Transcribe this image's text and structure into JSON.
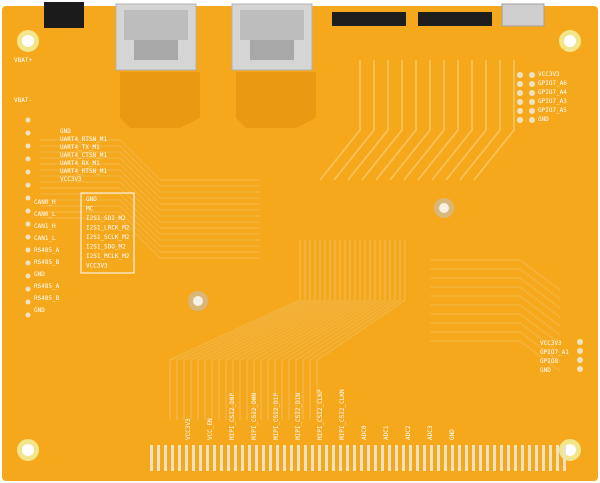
{
  "colors": {
    "board": "#f6a81c",
    "board_dark": "#e99a12",
    "trace": "#f3b23a",
    "trace_light": "#f8c357",
    "pad": "#efe2c3",
    "hole": "#ffffff",
    "silk": "#ffffff",
    "port": "#d9d9d9"
  },
  "power_labels": {
    "vbat_plus": "VBAT+",
    "vbat_minus": "VBAT-"
  },
  "uart_group": {
    "labels": [
      "GND",
      "UART4_RTSN_M1",
      "UART4_TX_M1",
      "UART4_CTSN_M1",
      "UART4_RX_M1",
      "UART4_RTSN_M1",
      "VCC3V3"
    ]
  },
  "i2s_box": {
    "labels": [
      "GND",
      "MC",
      "I2S1_SDI_M2",
      "I2S1_LRCK_M2",
      "I2S1_SCLK_M2",
      "I2S1_SDO_M2",
      "I2S1_MCLK_M2",
      "VCC3V3"
    ]
  },
  "left_pins": {
    "labels": [
      "CAN0_H",
      "CAN0_L",
      "CAN1_H",
      "CAN1_L",
      "RS485_A",
      "RS485_B",
      "GND",
      "RS485_A",
      "RS485_B",
      "GND"
    ]
  },
  "gpio_top": {
    "labels": [
      "VCC3V3",
      "GPIO7_A6",
      "GPIO7_A4",
      "GPIO7_A3",
      "GPIO7_A5",
      "GND"
    ]
  },
  "gpio_bottom": {
    "labels": [
      "VCC3V3",
      "GPIO7_A1",
      "GPIO8",
      "GND"
    ]
  },
  "bottom_labels": {
    "group1": [
      "VCC3V3",
      "VCC_EN"
    ],
    "group2": [
      "MIPI_CSI2_D0P",
      "MIPI_CSI2_D0N",
      "MIPI_CSI2_D1P",
      "MIPI_CSI2_D1N",
      "MIPI_CSI2_CLKP",
      "MIPI_CSI2_CLKN"
    ],
    "group3": [
      "ADC0",
      "ADC1",
      "ADC2",
      "ADC3"
    ],
    "group4": [
      "GND"
    ]
  },
  "icons": [
    "ethernet-port-icon",
    "hdmi-port-icon",
    "usb-port-icon",
    "mounting-hole-icon"
  ]
}
